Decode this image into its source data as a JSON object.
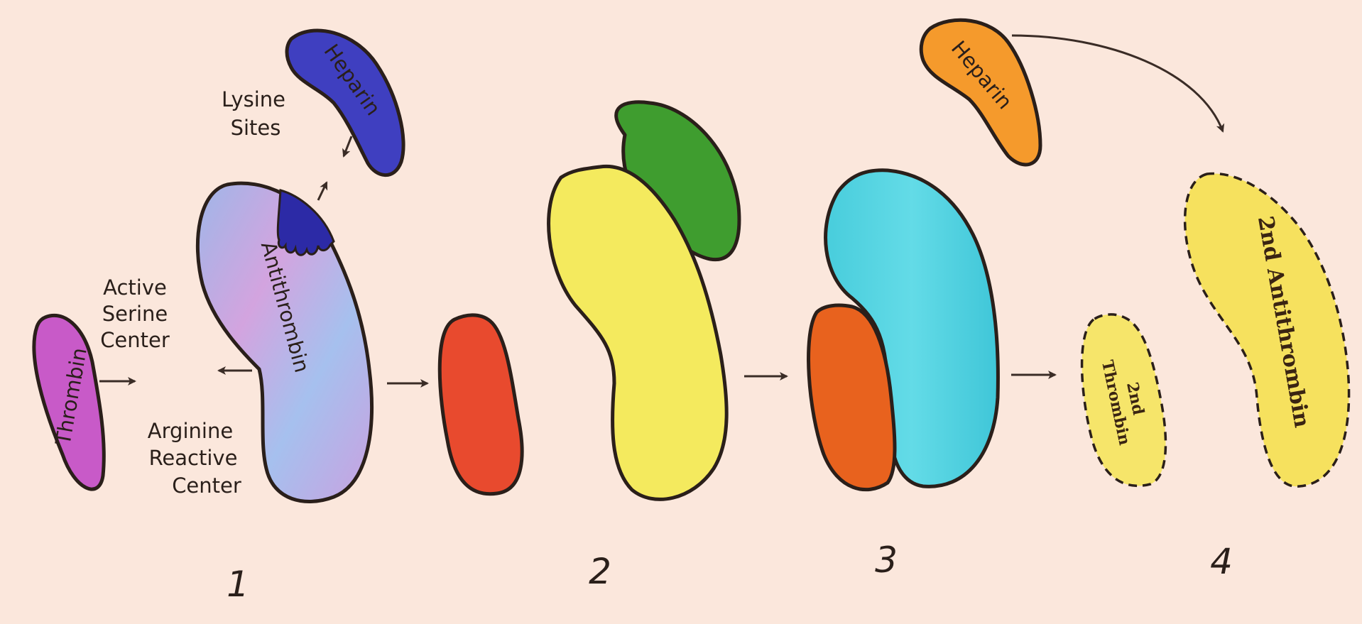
{
  "labels": {
    "thrombin": "Thrombin",
    "heparin_1": "Heparin",
    "heparin_4": "Heparin",
    "antithrombin": "Antithrombin",
    "lysine_sites": [
      "Lysine",
      "Sites"
    ],
    "active_serine_center": [
      "Active",
      "Serine",
      "Center"
    ],
    "arginine_reactive_center": [
      "Arginine",
      "Reactive",
      "Center"
    ],
    "second_thrombin": [
      "2nd",
      "Thrombin"
    ],
    "second_antithrombin": "2nd Antithrombin"
  },
  "steps": [
    "1",
    "2",
    "3",
    "4"
  ],
  "colors": {
    "background": "#fbe7dc",
    "thrombin": "#c85ac8",
    "heparin_1": "#3f3fc0",
    "antithrombin": "#b5a9e6",
    "red_step1": "#e84a2e",
    "green_step2": "#3f9d2f",
    "yellow_step2": "#f4ea5e",
    "orange_step3": "#e8621e",
    "cyan_step3": "#4dd1e0",
    "heparin_4": "#f59a2c",
    "second_thrombin": "#f6e56a",
    "second_antithrombin": "#f6e15e"
  }
}
